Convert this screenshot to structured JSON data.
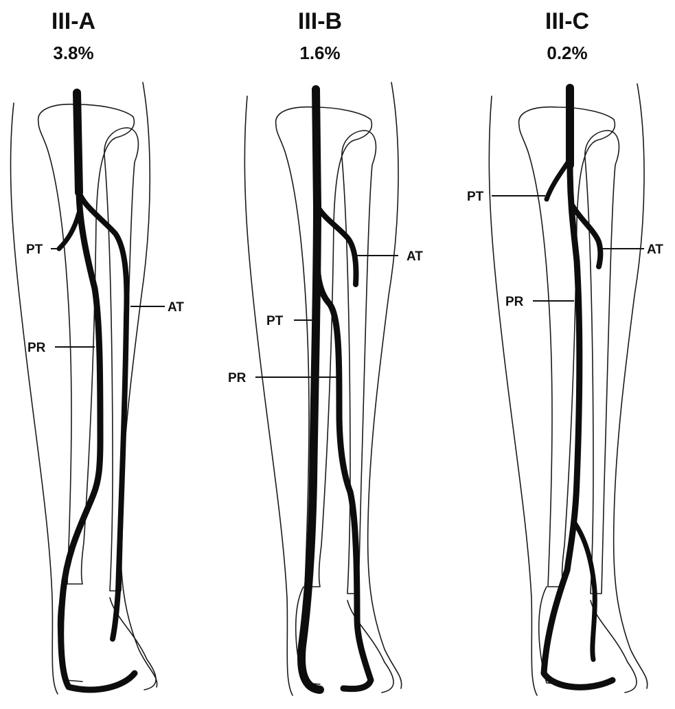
{
  "panels": [
    {
      "title": "III-A",
      "percent": "3.8%",
      "labels": {
        "pt": "PT",
        "at": "AT",
        "pr": "PR"
      }
    },
    {
      "title": "III-B",
      "percent": "1.6%",
      "labels": {
        "at": "AT",
        "pt": "PT",
        "pr": "PR"
      }
    },
    {
      "title": "III-C",
      "percent": "0.2%",
      "labels": {
        "pt": "PT",
        "at": "AT",
        "pr": "PR"
      }
    }
  ],
  "colors": {
    "background": "#ffffff",
    "ink": "#111111"
  }
}
